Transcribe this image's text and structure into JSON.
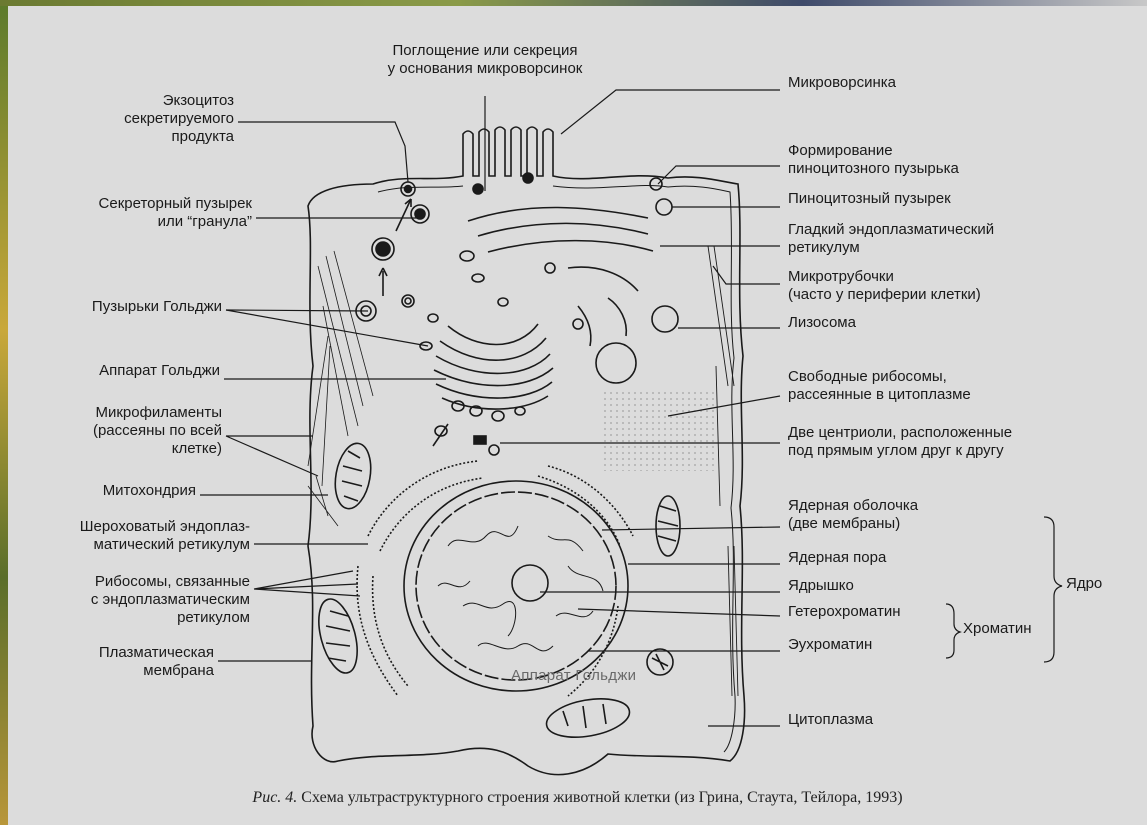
{
  "labels": {
    "absorption": [
      "Поглощение или секреция",
      "у основания микроворсинок"
    ],
    "exocytosis": [
      "Экзоцитоз",
      "секретируемого",
      "продукта"
    ],
    "secretory_vesicle": [
      "Секреторный пузырек",
      "или “гранула”"
    ],
    "golgi_vesicles": "Пузырьки Гольджи",
    "golgi_apparatus": "Аппарат Гольджи",
    "microfilaments": [
      "Микрофиламенты",
      "(рассеяны по всей",
      "клетке)"
    ],
    "mitochondrion": "Митохондрия",
    "rough_er": [
      "Шероховатый эндоплаз-",
      "матический ретикулум"
    ],
    "er_ribosomes": [
      "Рибосомы, связанные",
      "с эндоплазматическим",
      "ретикулом"
    ],
    "plasma_membrane": [
      "Плазматическая",
      "мембрана"
    ],
    "microvillus": "Микроворсинка",
    "pinocytic_formation": [
      "Формирование",
      "пиноцитозного пузырька"
    ],
    "pinocytic_vesicle": "Пиноцитозный пузырек",
    "smooth_er": [
      "Гладкий эндоплазматический",
      "ретикулум"
    ],
    "microtubules": [
      "Микротрубочки",
      "(часто у периферии клетки)"
    ],
    "lysosome": "Лизосома",
    "free_ribosomes": [
      "Свободные рибосомы,",
      "рассеянные в цитоплазме"
    ],
    "centrioles": [
      "Две центриоли, расположенные",
      "под прямым углом друг к другу"
    ],
    "nuclear_envelope": [
      "Ядерная оболочка",
      "(две мембраны)"
    ],
    "nuclear_pore": "Ядерная пора",
    "nucleolus": "Ядрышко",
    "heterochromatin": "Гетерохроматин",
    "euchromatin": "Эухроматин",
    "chromatin": "Хроматин",
    "nucleus": "Ядро",
    "cytoplasm": "Цитоплазма"
  },
  "overlay_label": "Аппарат Гольджи",
  "caption": {
    "prefix": "Рис. 4.",
    "text": " Схема ультраструктурного строения животной клетки (из Грина, Стаута, Тейлора, 1993)"
  },
  "colors": {
    "paper": "#dcdcdc",
    "ink": "#1a1a1a",
    "frame": "#3d5a22"
  }
}
